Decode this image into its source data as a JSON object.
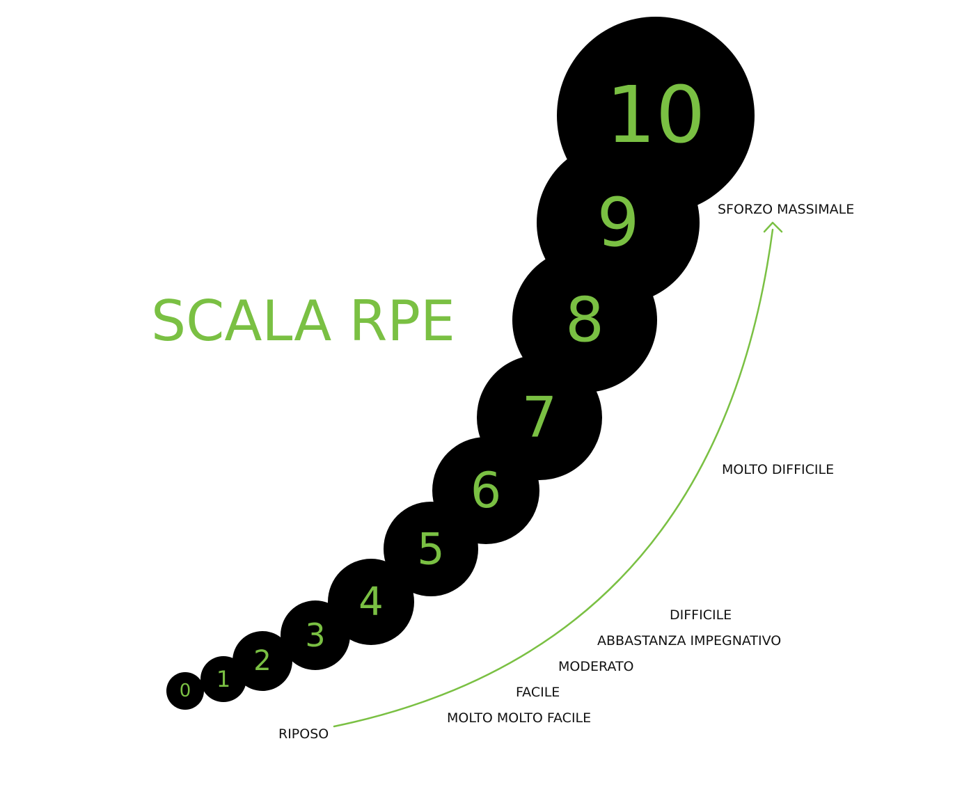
{
  "title": "SCALA RPE",
  "scale": [
    {
      "value": "0"
    },
    {
      "value": "1"
    },
    {
      "value": "2"
    },
    {
      "value": "3"
    },
    {
      "value": "4"
    },
    {
      "value": "5"
    },
    {
      "value": "6"
    },
    {
      "value": "7"
    },
    {
      "value": "8"
    },
    {
      "value": "9"
    },
    {
      "value": "10"
    }
  ],
  "labels": {
    "max": "SFORZO MASSIMALE",
    "very_hard": "MOLTO DIFFICILE",
    "hard": "DIFFICILE",
    "somewhat_hard": "ABBASTANZA IMPEGNATIVO",
    "moderate": "MODERATO",
    "easy": "FACILE",
    "very_very_easy": "MOLTO MOLTO FACILE",
    "rest": "RIPOSO"
  },
  "colors": {
    "accent": "#7ac043",
    "circle": "#000000",
    "text": "#111111"
  }
}
